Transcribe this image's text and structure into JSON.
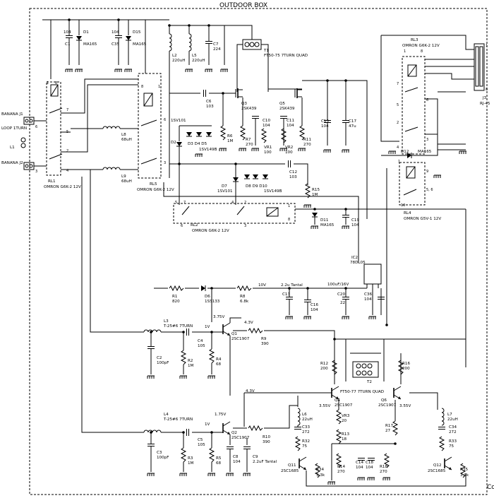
{
  "title": "OUTDOOR BOX",
  "corner_label": "Co",
  "antenna": {
    "j1": "BANANA J1",
    "loop": "LOOP 1TURN",
    "l1": "L1",
    "j2": "BANANA J2"
  },
  "relays": {
    "rl1": "RL1",
    "rl1_type": "OMRON G6K-2 12V",
    "rl5": "RL5",
    "rl5_type": "OMRON G6K-2 12V",
    "rl2": "RL2",
    "rl2_type": "OMRON G6K-2 12V",
    "rl3": "RL3",
    "rl3_type": "OMRON G6K-2 12V",
    "rl4": "RL4",
    "rl4_type": "OMRON G5V-1 12V"
  },
  "connector": {
    "name": "J3",
    "type": "RJ-45"
  },
  "components": {
    "c1": "C1",
    "c1v": "104",
    "d1": "D1",
    "d1v": "MA165",
    "c35": "C35",
    "c35v": "104",
    "d15": "D15",
    "d15v": "MA165",
    "l2": "L2",
    "l2v": "220uH",
    "l5": "L5",
    "l5v": "220uH",
    "c7": "C7",
    "c7v": "224",
    "t1": "T1",
    "t1v": "FT50-75 7TURN QUAD",
    "c6": "C6",
    "c6v": "103",
    "q3": "Q3",
    "q3v": "2SK439",
    "q5": "Q5",
    "q5v": "2SK439",
    "l8": "L8",
    "l8v": "68uH",
    "l9": "L9",
    "l9v": "68uH",
    "d2": "D2",
    "d2v": "1SV101",
    "d345": "D3 D4 D5",
    "d345v": "1SV149B",
    "r6": "R6",
    "r6v": "1M",
    "r7": "R7",
    "r7v": "270",
    "c10": "C10",
    "c10v": "104",
    "vr1": "VR1",
    "vr1v": "100",
    "c11": "C11",
    "c11v": "104",
    "vr2": "VR2",
    "vr2v": "100",
    "r11": "R11",
    "r11v": "270",
    "c15": "C15",
    "c15v": "104",
    "c17": "C17",
    "c17v": "47u",
    "c12": "C12",
    "c12v": "103",
    "d7": "D7",
    "d7v": "1SV101",
    "d8910": "D8 D9 D10",
    "d8910v": "1SV149B",
    "r15": "R15",
    "r15v": "1M",
    "d12": "D12",
    "d12v": "MA165",
    "d11": "D11",
    "d11v": "MA165",
    "c19": "C19",
    "c19v": "104",
    "ic2": "IC2",
    "ic2v": "78DL05",
    "r1": "R1",
    "r1v": "820",
    "d6": "D6",
    "d6v": "1SS133",
    "r8": "R8",
    "r8v": "6.8k",
    "v10": "10V",
    "tanta1": "2.2u Tantal",
    "tanta2": "100uF/16V",
    "c13": "C13",
    "c16": "C16",
    "c16v": "104",
    "c20": "C20",
    "c20v": "22",
    "c36": "C36",
    "c36v": "104",
    "l3": "L3",
    "l3v": "T-25#6 7TURN",
    "c2": "C2",
    "c2v": "100pF",
    "r2": "R2",
    "r2v": "1M",
    "c4": "C4",
    "c4v": "105",
    "r4": "R4",
    "r4v": "68",
    "v1a": "1V",
    "v375a": "3.75V",
    "q1": "Q1",
    "q1v": "2SC1907",
    "v43a": "4.3V",
    "r9": "R9",
    "r9v": "390",
    "r12": "R12",
    "r12v": "200",
    "r16": "R16",
    "r16v": "200",
    "t2": "T2",
    "t2v": "FT50-77 7TURN QUAD",
    "v43b": "4.3V",
    "q4": "Q4",
    "q4v": "2SC1907",
    "q6": "Q6",
    "q6v": "2SC1907",
    "v355a": "3.55V",
    "v355b": "3.55V",
    "l6": "L6",
    "l6v": "22uH",
    "l7": "L7",
    "l7v": "22uH",
    "vr3": "VR3",
    "vr3v": "20",
    "c33": "C33",
    "c33v": "272",
    "c34": "C34",
    "c34v": "272",
    "r13": "R13",
    "r13v": "18",
    "r17": "R17",
    "r17v": "27",
    "r32": "R32",
    "r32v": "75",
    "r33": "R33",
    "r33v": "75",
    "q11": "Q11",
    "q11v": "2SC1685",
    "q12": "Q12",
    "q12v": "2SC1685",
    "r34": "R34",
    "r34v": "3.3k",
    "r35": "R35",
    "r35v": "3.3k",
    "r14": "R14",
    "r14v": "270",
    "c14": "C14",
    "c14v": "104",
    "c18": "C18",
    "c18v": "104",
    "r18": "R18",
    "r18v": "270",
    "l4": "L4",
    "l4v": "T-25#6 7TURN",
    "c3": "C3",
    "c3v": "100pF",
    "r3": "R3",
    "r3v": "1M",
    "c5": "C5",
    "c5v": "105",
    "r5": "R5",
    "r5v": "68",
    "v1b": "1V",
    "v175": "1.75V",
    "q2": "Q2",
    "q2v": "2SC1907",
    "c8": "C8",
    "c8v": "104",
    "c9": "C9",
    "c9v": "2.2uF Tantal",
    "r10": "R10",
    "r10v": "390"
  }
}
